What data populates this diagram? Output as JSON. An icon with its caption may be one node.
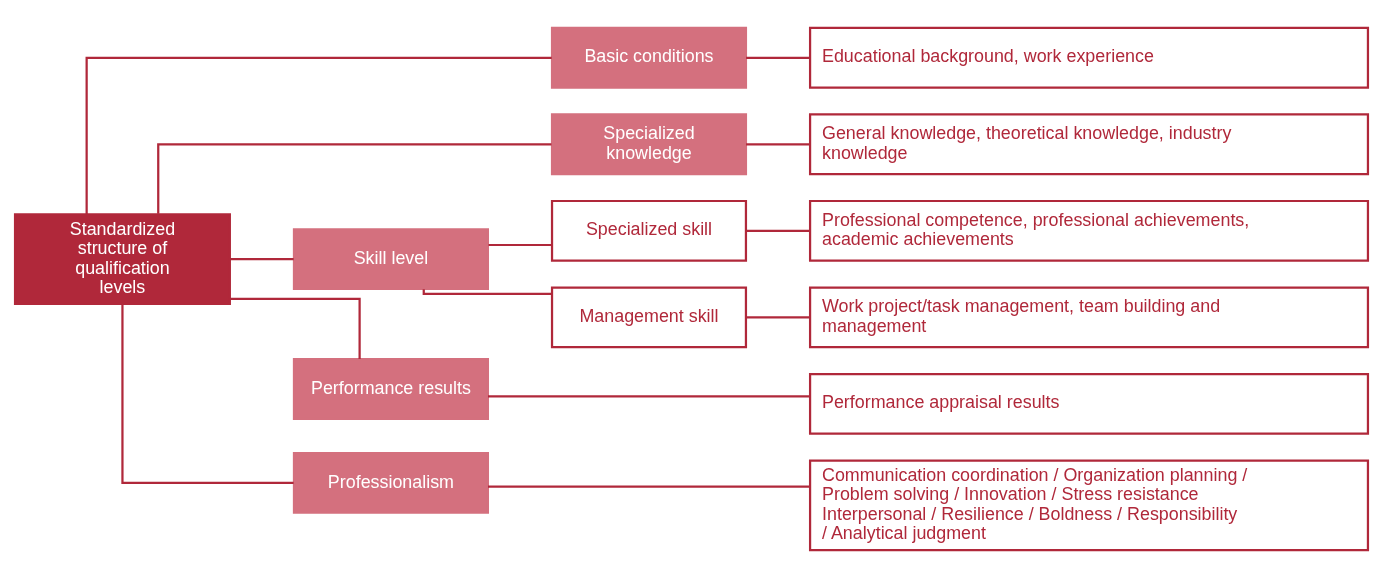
{
  "diagram": {
    "nodes": [
      {
        "text": [
          "Standardized structure of qualification levels"
        ]
      },
      {
        "text": [
          "Basic conditions"
        ]
      },
      {
        "text": [
          "Specialized knowledge"
        ]
      },
      {
        "text": [
          "Skill level"
        ]
      },
      {
        "text": [
          "Performance results"
        ]
      },
      {
        "text": [
          "Professionalism"
        ]
      },
      {
        "text": [
          "Specialized skill"
        ]
      },
      {
        "text": [
          "Management skill"
        ]
      },
      {
        "text": [
          "Educational background, work experience"
        ]
      },
      {
        "text": [
          "General knowledge, theoretical knowledge, industry knowledge"
        ]
      },
      {
        "text": [
          "Professional competence, professional achievements, academic achievements"
        ]
      },
      {
        "text": [
          "Work project/task management, team building and management"
        ]
      },
      {
        "text": [
          "Performance appraisal results"
        ]
      },
      {
        "text": [
          "Communication coordination / Organization planning / Problem solving / Innovation / Stress resistance Interpersonal / Resilience / Boldness / Responsibility / Analytical judgment"
        ]
      }
    ],
    "edges": [
      {
        "from": 0,
        "to": 1,
        "arrow": "none"
      },
      {
        "from": 0,
        "to": 2,
        "arrow": "none"
      },
      {
        "from": 0,
        "to": 3,
        "arrow": "none"
      },
      {
        "from": 0,
        "to": 4,
        "arrow": "none"
      },
      {
        "from": 0,
        "to": 5,
        "arrow": "none"
      },
      {
        "from": 1,
        "to": 8,
        "arrow": "none"
      },
      {
        "from": 2,
        "to": 9,
        "arrow": "none"
      },
      {
        "from": 3,
        "to": 6,
        "arrow": "none"
      },
      {
        "from": 3,
        "to": 7,
        "arrow": "none"
      },
      {
        "from": 6,
        "to": 10,
        "arrow": "none"
      },
      {
        "from": 7,
        "to": 11,
        "arrow": "none"
      },
      {
        "from": 4,
        "to": 12,
        "arrow": "none"
      },
      {
        "from": 5,
        "to": 13,
        "arrow": "none"
      }
    ]
  }
}
